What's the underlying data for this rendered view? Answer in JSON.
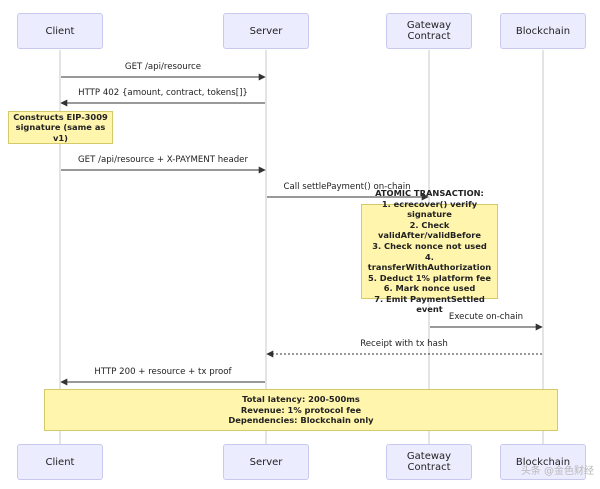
{
  "participants": [
    "Client",
    "Server",
    "Gateway Contract",
    "Blockchain"
  ],
  "messages": [
    {
      "label": "GET /api/resource"
    },
    {
      "label": "HTTP 402 {amount, contract, tokens[]}"
    },
    {
      "label": "GET /api/resource + X-PAYMENT header"
    },
    {
      "label": "Call settlePayment() on-chain"
    },
    {
      "label": "Execute on-chain"
    },
    {
      "label": "Receipt with tx hash"
    },
    {
      "label": "HTTP 200 + resource + tx proof"
    }
  ],
  "notes": {
    "client_note": [
      "Constructs EIP-3009",
      "signature (same as v1)"
    ],
    "atomic_note": [
      "ATOMIC TRANSACTION:",
      "1. ecrecover() verify signature",
      "2. Check validAfter/validBefore",
      "3. Check nonce not used",
      "4. transferWithAuthorization",
      "5. Deduct 1% platform fee",
      "6. Mark nonce used",
      "7. Emit PaymentSettled event"
    ],
    "summary_note": [
      "Total latency: 200-500ms",
      "Revenue: 1% protocol fee",
      "Dependencies: Blockchain only"
    ]
  },
  "watermark": "头条 @金色财经"
}
